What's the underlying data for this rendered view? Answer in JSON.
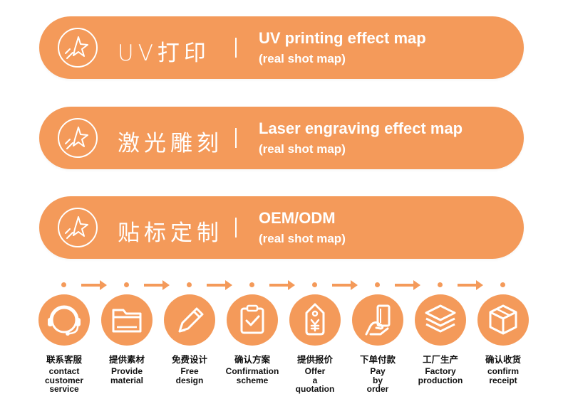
{
  "colors": {
    "accent": "#f49a5a",
    "text": "#111111",
    "background": "#ffffff"
  },
  "banners": [
    {
      "icon": "sparkle-star-icon",
      "cn": "UV打印",
      "en_title": "UV printing effect map",
      "en_sub": "(real shot map)"
    },
    {
      "icon": "sparkle-star-icon",
      "cn": "激光雕刻",
      "en_title": "Laser engraving effect map",
      "en_sub": "(real shot map)"
    },
    {
      "icon": "sparkle-star-icon",
      "cn": "贴标定制",
      "en_title": "OEM/ODM",
      "en_sub": "(real shot map)"
    }
  ],
  "steps": [
    {
      "icon": "headset-icon",
      "cn": "联系客服",
      "en": "contact\ncustomer\nservice"
    },
    {
      "icon": "folder-icon",
      "cn": "提供素材",
      "en": "Provide\nmaterial"
    },
    {
      "icon": "pencil-icon",
      "cn": "免费设计",
      "en": "Free\ndesign"
    },
    {
      "icon": "clipboard-check-icon",
      "cn": "确认方案",
      "en": "Confirmation\nscheme"
    },
    {
      "icon": "price-tag-yen-icon",
      "cn": "提供报价",
      "en": "Offer\na\nquotation"
    },
    {
      "icon": "hand-card-icon",
      "cn": "下单付款",
      "en": "Pay\nby\norder"
    },
    {
      "icon": "layers-icon",
      "cn": "工厂生产",
      "en": "Factory\nproduction"
    },
    {
      "icon": "box-icon",
      "cn": "确认收货",
      "en": "confirm\nreceipt"
    }
  ]
}
